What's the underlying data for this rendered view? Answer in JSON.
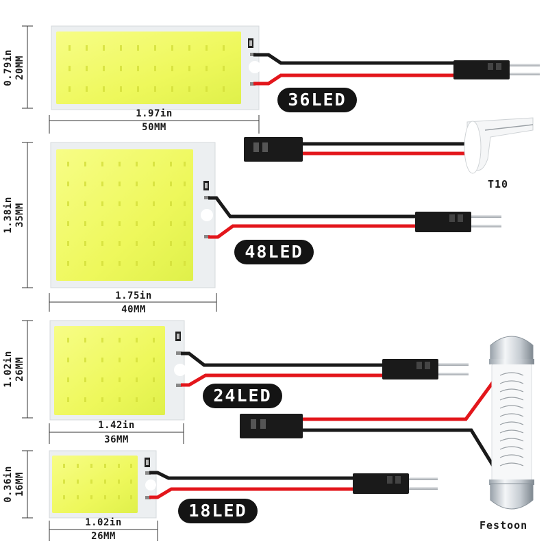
{
  "panels": [
    {
      "id": "p36",
      "led_label": "36LED",
      "height_in": "0.79in",
      "height_mm": "20MM",
      "width_in": "1.97in",
      "width_mm": "50MM"
    },
    {
      "id": "p48",
      "led_label": "48LED",
      "height_in": "1.38in",
      "height_mm": "35MM",
      "width_in": "1.75in",
      "width_mm": "40MM"
    },
    {
      "id": "p24",
      "led_label": "24LED",
      "height_in": "1.02in",
      "height_mm": "26MM",
      "width_in": "1.42in",
      "width_mm": "36MM"
    },
    {
      "id": "p18",
      "led_label": "18LED",
      "height_in": "0.36in",
      "height_mm": "16MM",
      "width_in": "1.02in",
      "width_mm": "26MM"
    }
  ],
  "adapters": {
    "t10_label": "T10",
    "festoon_label": "Festoon"
  },
  "colors": {
    "panel_led": "#f3fb6a",
    "panel_board": "#eceff1",
    "wire_red": "#e3161b",
    "wire_black": "#1a1a1a",
    "pill_bg": "#141414"
  }
}
